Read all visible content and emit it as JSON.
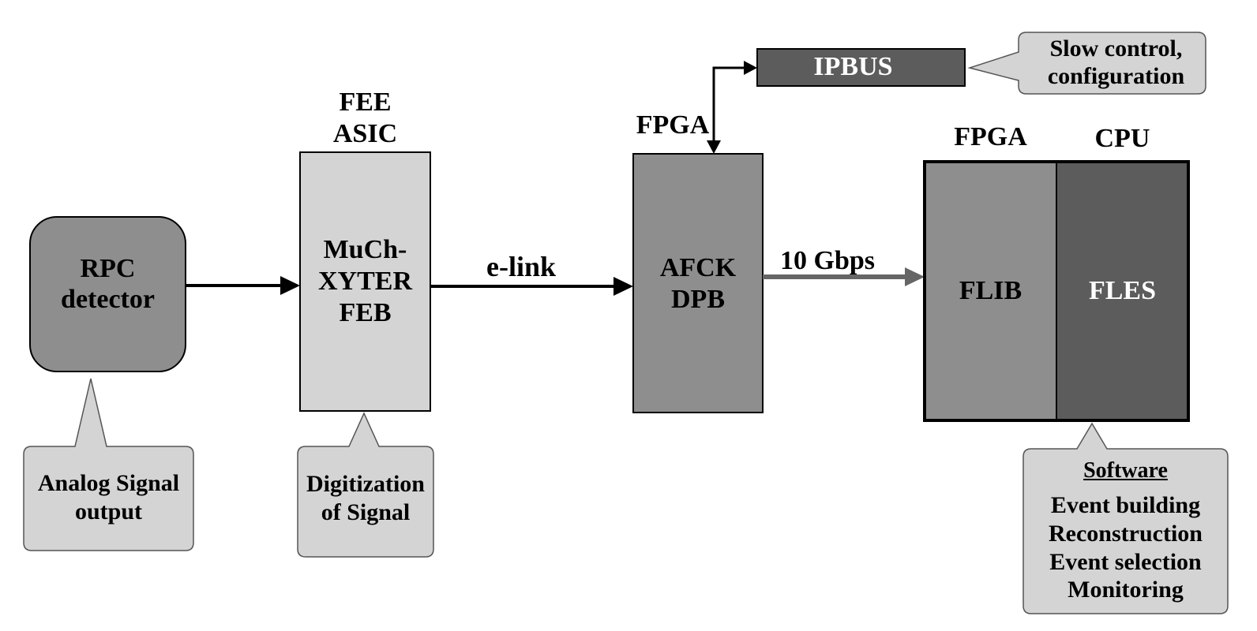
{
  "diagram": {
    "rpc": {
      "lines": [
        "RPC",
        "detector"
      ]
    },
    "rpc_callout": {
      "lines": [
        "Analog Signal",
        "output"
      ]
    },
    "feb": {
      "lines": [
        "MuCh-",
        "XYTER",
        "FEB"
      ]
    },
    "feb_top": {
      "lines": [
        "FEE",
        "ASIC"
      ]
    },
    "feb_callout": {
      "lines": [
        "Digitization",
        "of Signal"
      ]
    },
    "elink": {
      "text": "e-link"
    },
    "afck": {
      "lines": [
        "AFCK",
        "DPB"
      ]
    },
    "afck_top": {
      "text": "FPGA"
    },
    "ipbus": {
      "text": "IPBUS"
    },
    "ipbus_callout": {
      "lines": [
        "Slow control,",
        "configuration"
      ]
    },
    "speed": {
      "text": "10 Gbps"
    },
    "flib": {
      "text": "FLIB",
      "top": "FPGA"
    },
    "fles": {
      "text": "FLES",
      "top": "CPU"
    },
    "software_callout": {
      "heading": "Software",
      "lines": [
        "Event building",
        "Reconstruction",
        "Event selection",
        "Monitoring"
      ]
    }
  },
  "colors": {
    "light_box": "#d4d4d4",
    "mid_box": "#8e8e8e",
    "dark_box": "#5c5c5c",
    "speed_arrow": "#666666",
    "outline": "#000000",
    "callout_outline": "#555555"
  }
}
